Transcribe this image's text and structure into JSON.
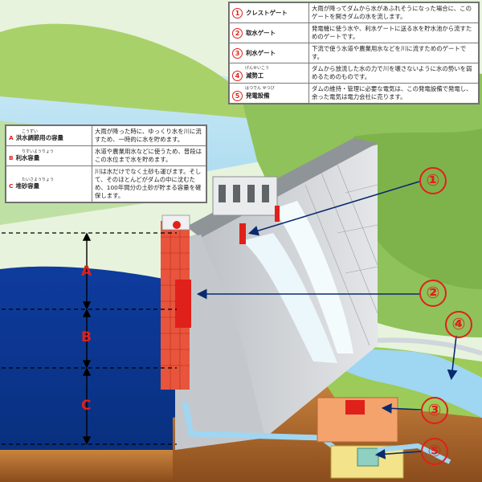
{
  "colors": {
    "sky": "#d9efcf",
    "water_lake": "#0d3a9a",
    "concrete": "#cfd2d6",
    "gate_red": "#e0201b",
    "ground_brown": "#b06a2a",
    "grass_green": "#9ccb5a",
    "river_blue": "#9fd6f2",
    "callout_red": "#e0201b",
    "arrow_navy": "#0a2a6e"
  },
  "facilities_legend": [
    {
      "marker": "1",
      "term": "クレストゲート",
      "ruby": "",
      "description": "大雨が降ってダムから水があふれそうになった場合に、このゲートを開きダムの水を流します。"
    },
    {
      "marker": "2",
      "term": "取水ゲート",
      "ruby": "",
      "description": "発電機に使う水や、利水ゲートに送る水を貯水池から流すためのゲートです。"
    },
    {
      "marker": "3",
      "term": "利水ゲート",
      "ruby": "",
      "description": "下流で使う水道や農業用水などを川に流すためのゲートです。"
    },
    {
      "marker": "4",
      "term": "減勢工",
      "ruby": "げんせいこう",
      "description": "ダムから放流した水の力で川を壊さないように水の勢いを弱めるためのものです。"
    },
    {
      "marker": "5",
      "term": "発電設備",
      "ruby": "はつでん せつび",
      "description": "ダムの維持・管理に必要な電気は、この発電設備で発電し、余った電気は電力会社に売ります。"
    }
  ],
  "capacity_legend": [
    {
      "marker": "A",
      "term": "洪水調節用の容量",
      "ruby": "こうずい",
      "description": "大雨が降った時に、ゆっくり水を川に流すため、一時的に水を貯めます。"
    },
    {
      "marker": "B",
      "term": "利水容量",
      "ruby": "りすいようりょう",
      "description": "水道や農業用水などに使うため、普段はこの水位まで水を貯めます。"
    },
    {
      "marker": "C",
      "term": "堆砂容量",
      "ruby": "たいさようりょう",
      "description": "川は水だけでなく土砂も運びます。そして、そのほとんどがダムの中に沈むため、100年間分の土砂が貯まる容量を確保します。"
    }
  ],
  "level_labels": [
    "A",
    "B",
    "C"
  ],
  "callouts": [
    "①",
    "②",
    "③",
    "④",
    "⑤"
  ]
}
